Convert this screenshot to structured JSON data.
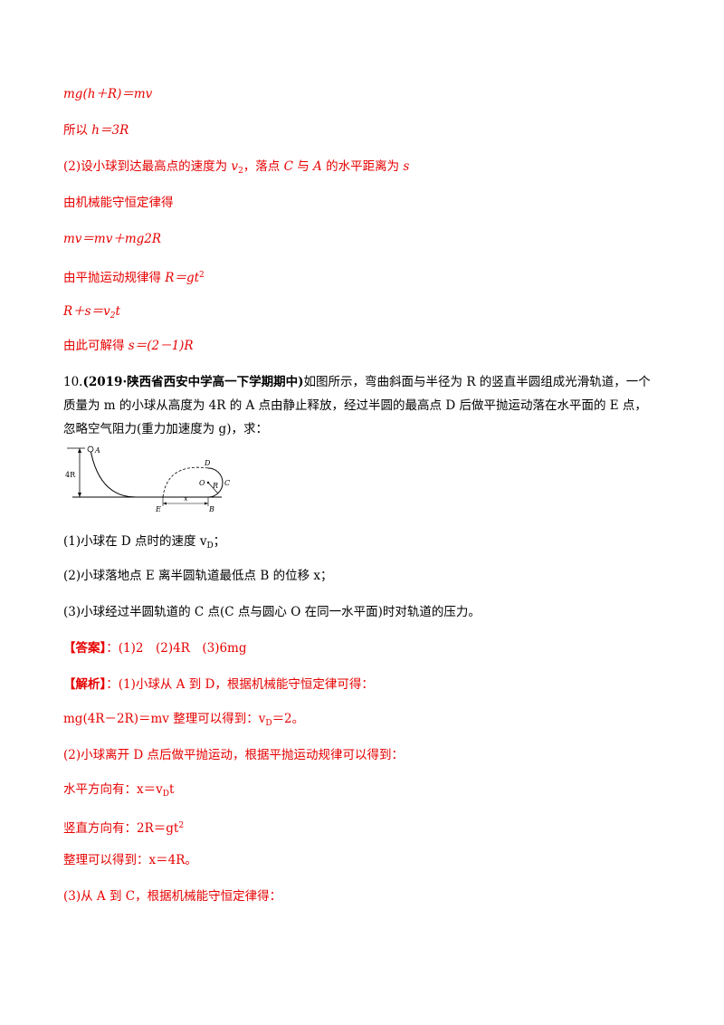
{
  "colors": {
    "answer": "#e60000",
    "text": "#000000"
  },
  "prev_solution": {
    "l1": {
      "mg": "mg",
      "rest": "(h＋R)＝mv"
    },
    "l2": {
      "pre": "所以 ",
      "eq": "h＝3R"
    },
    "l3": {
      "pre": "(2)设小球到达最高点的速度为 ",
      "v": "v",
      "sub": "2",
      "mid": "，落点 ",
      "c": "C",
      "mid2": " 与 ",
      "a": "A",
      "post": " 的水平距离为 ",
      "s": "s"
    },
    "l4": "由机械能守恒定律得",
    "l5": "mv＝mv＋mg2R",
    "l6": {
      "pre": "由平抛运动规律得 ",
      "eq": "R＝gt",
      "sup": "2"
    },
    "l7": {
      "a": "R＋s＝v",
      "sub": "2",
      "b": "t"
    },
    "l8": {
      "pre": "由此可解得 ",
      "eq": "s＝(2－1)R"
    }
  },
  "problem": {
    "number": "10.",
    "source": "(2019·陕西省西安中学高一下学期期中)",
    "line1_rest": "如图所示，弯曲斜面与半径为 R 的竖直半圆组成光滑轨道，一个",
    "line2": "质量为 m 的小球从高度为 4R 的 A 点由静止释放，经过半圆的最高点 D 后做平抛运动落在水平面的 E 点，",
    "line3": "忽略空气阻力(重力加速度为 g)，求：",
    "figure": {
      "A": "A",
      "height": "4R",
      "D": "D",
      "O": "O",
      "R": "R",
      "C": "C",
      "E": "E",
      "x": "x",
      "B": "B"
    },
    "q1": {
      "pre": "(1)小球在 D 点时的速度 v",
      "sub": "D",
      "post": "；"
    },
    "q2": "(2)小球落地点 E 离半圆轨道最低点 B 的位移 x；",
    "q3": "(3)小球经过半圆轨道的 C 点(C 点与圆心 O 在同一水平面)时对轨道的压力。"
  },
  "answer": {
    "label": "【答案】",
    "text": "：(1)2　(2)4R　(3)6mg"
  },
  "analysis": {
    "label": "【解析】",
    "l1": "：(1)小球从 A 到 D，根据机械能守恒定律可得：",
    "l2": {
      "pre": "mg(4R－2R)＝mv 整理可以得到：v",
      "sub": "D",
      "post": "＝2。"
    },
    "l3": "(2)小球离开 D 点后做平抛运动，根据平抛运动规律可以得到：",
    "l4": {
      "pre": "水平方向有：x＝v",
      "sub": "D",
      "post": "t"
    },
    "l5": {
      "pre": "竖直方向有：2R＝gt",
      "sup": "2"
    },
    "l6": "整理可以得到：x＝4R。",
    "l7": "(3)从 A 到 C，根据机械能守恒定律得："
  }
}
